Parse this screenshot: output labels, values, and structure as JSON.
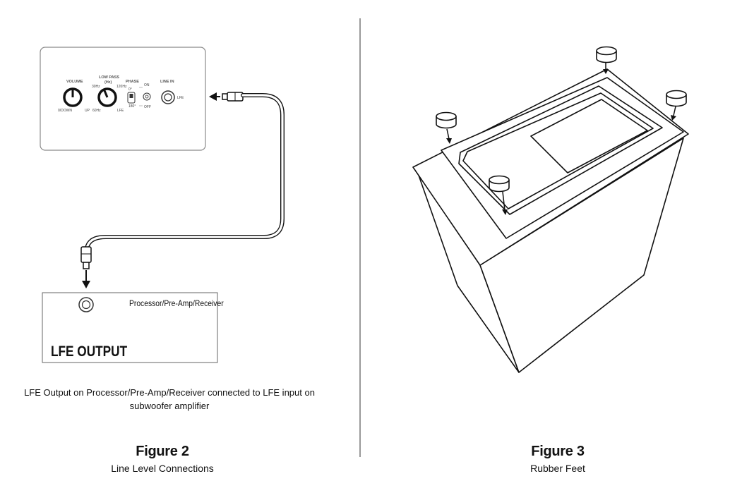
{
  "colors": {
    "line": "#111111",
    "panel_border": "#888888",
    "panel_fill": "#ffffff",
    "knob": "#111111"
  },
  "figure2": {
    "title": "Figure 2",
    "subtitle": "Line Level Connections",
    "caption": "LFE Output on Processor/Pre-Amp/Receiver connected to LFE input on subwoofer amplifier",
    "receiver_label": "Processor/Pre-Amp/Receiver",
    "lfe_output_label": "LFE OUTPUT",
    "panel": {
      "volume_label": "VOLUME",
      "volume_min": "0/DOWN",
      "volume_max": "UP",
      "lowpass_label": "LOW PASS",
      "lowpass_unit": "(Hz)",
      "lowpass_min": "30Hz",
      "lowpass_max": "120Hz",
      "lowpass_mid1": "60Hz",
      "lowpass_mid2": "LFE",
      "phase_label": "PHASE",
      "phase_0": "0°",
      "phase_180": "180°",
      "phase_on": "ON",
      "phase_off": "OFF",
      "linein_label": "LINE IN",
      "linein_sub": "LFE"
    }
  },
  "figure3": {
    "title": "Figure 3",
    "subtitle": "Rubber Feet"
  }
}
